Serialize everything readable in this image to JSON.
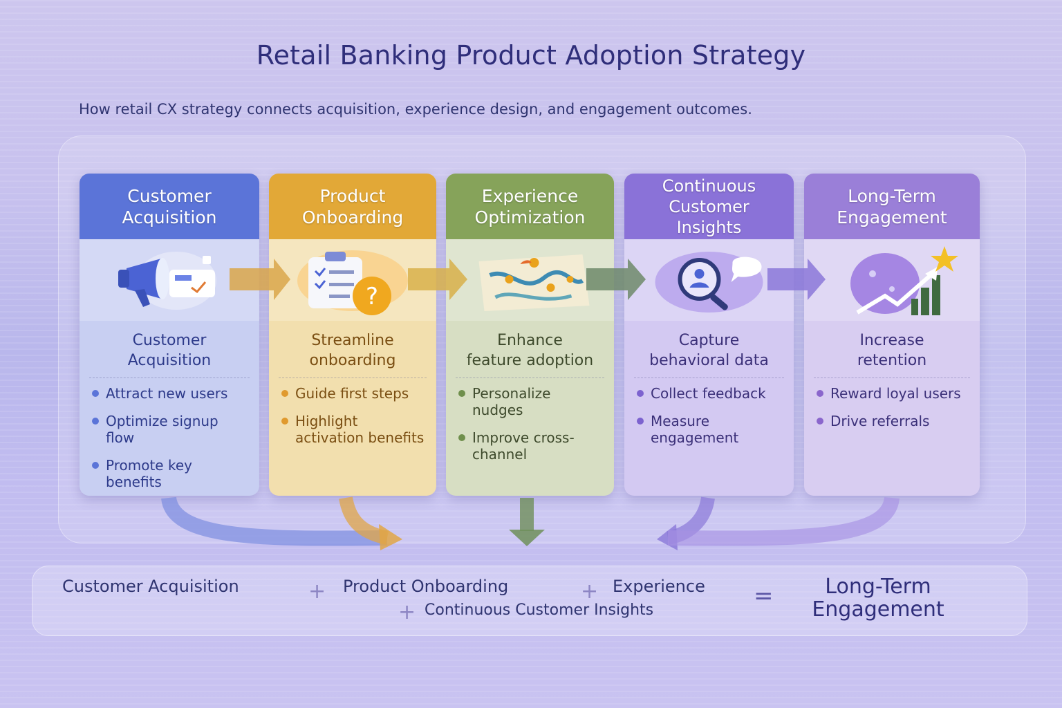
{
  "title": "Retail Banking Product Adoption Strategy",
  "subtitle": "How retail CX strategy connects acquisition, experience design, and engagement outcomes.",
  "stages": [
    {
      "heading": [
        "Customer",
        "Acquisition"
      ],
      "icon": "megaphone-icon",
      "subheading": [
        "Customer",
        "Acquisition"
      ],
      "bullets": [
        "Attract new users",
        "Optimize signup flow",
        "Promote key benefits"
      ],
      "colors": {
        "head": "#5b74d8",
        "body": "#c8cff2",
        "accent": "#5b74d8",
        "text": "#2d3a8a"
      }
    },
    {
      "heading": [
        "Product",
        "Onboarding"
      ],
      "icon": "clipboard-question-icon",
      "subheading": [
        "Streamline",
        "onboarding"
      ],
      "bullets": [
        "Guide first steps",
        "Highlight activation benefits"
      ],
      "colors": {
        "head": "#e2a837",
        "body": "#f2dfae",
        "accent": "#e09a2e",
        "text": "#7a4e12"
      }
    },
    {
      "heading": [
        "Experience",
        "Optimization"
      ],
      "icon": "journey-map-icon",
      "subheading": [
        "Enhance",
        "feature adoption"
      ],
      "bullets": [
        "Personalize nudges",
        "Improve cross-channel"
      ],
      "colors": {
        "head": "#86a35a",
        "body": "#d7dec3",
        "accent": "#6f8f4c",
        "text": "#3e4a2c"
      }
    },
    {
      "heading": [
        "Continuous",
        "Customer",
        "Insights"
      ],
      "icon": "magnifier-chat-icon",
      "subheading": [
        "Capture",
        "behavioral data"
      ],
      "bullets": [
        "Collect feedback",
        "Measure engagement"
      ],
      "colors": {
        "head": "#8a72d8",
        "body": "#d3c9f2",
        "accent": "#7c62cf",
        "text": "#3a2f78"
      }
    },
    {
      "heading": [
        "Long-Term",
        "Engagement"
      ],
      "icon": "growth-star-icon",
      "subheading": [
        "Increase",
        "retention"
      ],
      "bullets": [
        "Reward loyal users",
        "Drive referrals"
      ],
      "colors": {
        "head": "#9a7fd8",
        "body": "#d8cdf1",
        "accent": "#8a66cc",
        "text": "#3a2f78"
      }
    }
  ],
  "formula": {
    "term1": "Customer Acquisition",
    "term2": "Product Onboarding",
    "term3": "Experience",
    "term4": "Continuous Customer Insights",
    "plus": "+",
    "equals": "=",
    "result": [
      "Long-Term",
      "Engagement"
    ]
  }
}
